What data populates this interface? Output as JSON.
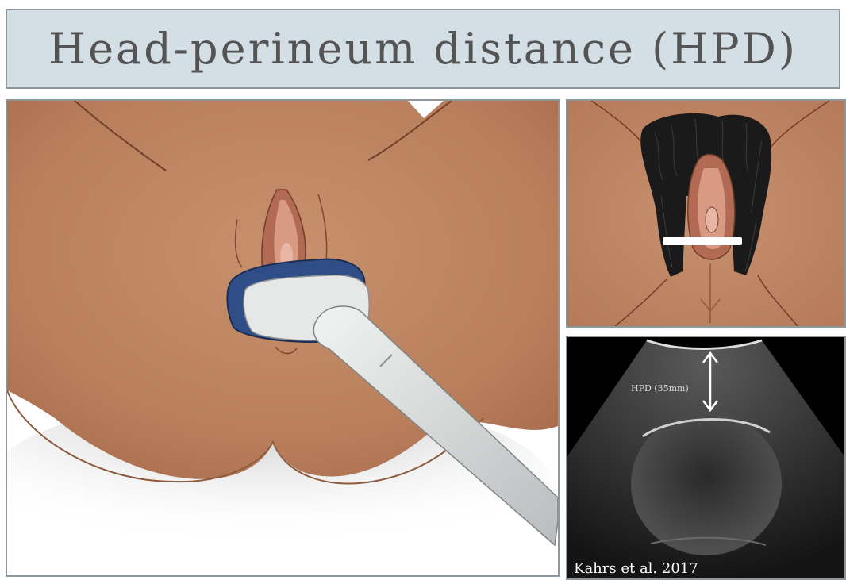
{
  "title": "Head-perineum distance (HPD)",
  "ultrasound": {
    "measurement_label": "HPD (35mm)",
    "citation": "Kahrs et al. 2017"
  },
  "colors": {
    "banner_bg": "#d3dee5",
    "skin": "#c8906e",
    "probe_rim": "#2f4d86",
    "probe_body": "#e8eaea"
  }
}
